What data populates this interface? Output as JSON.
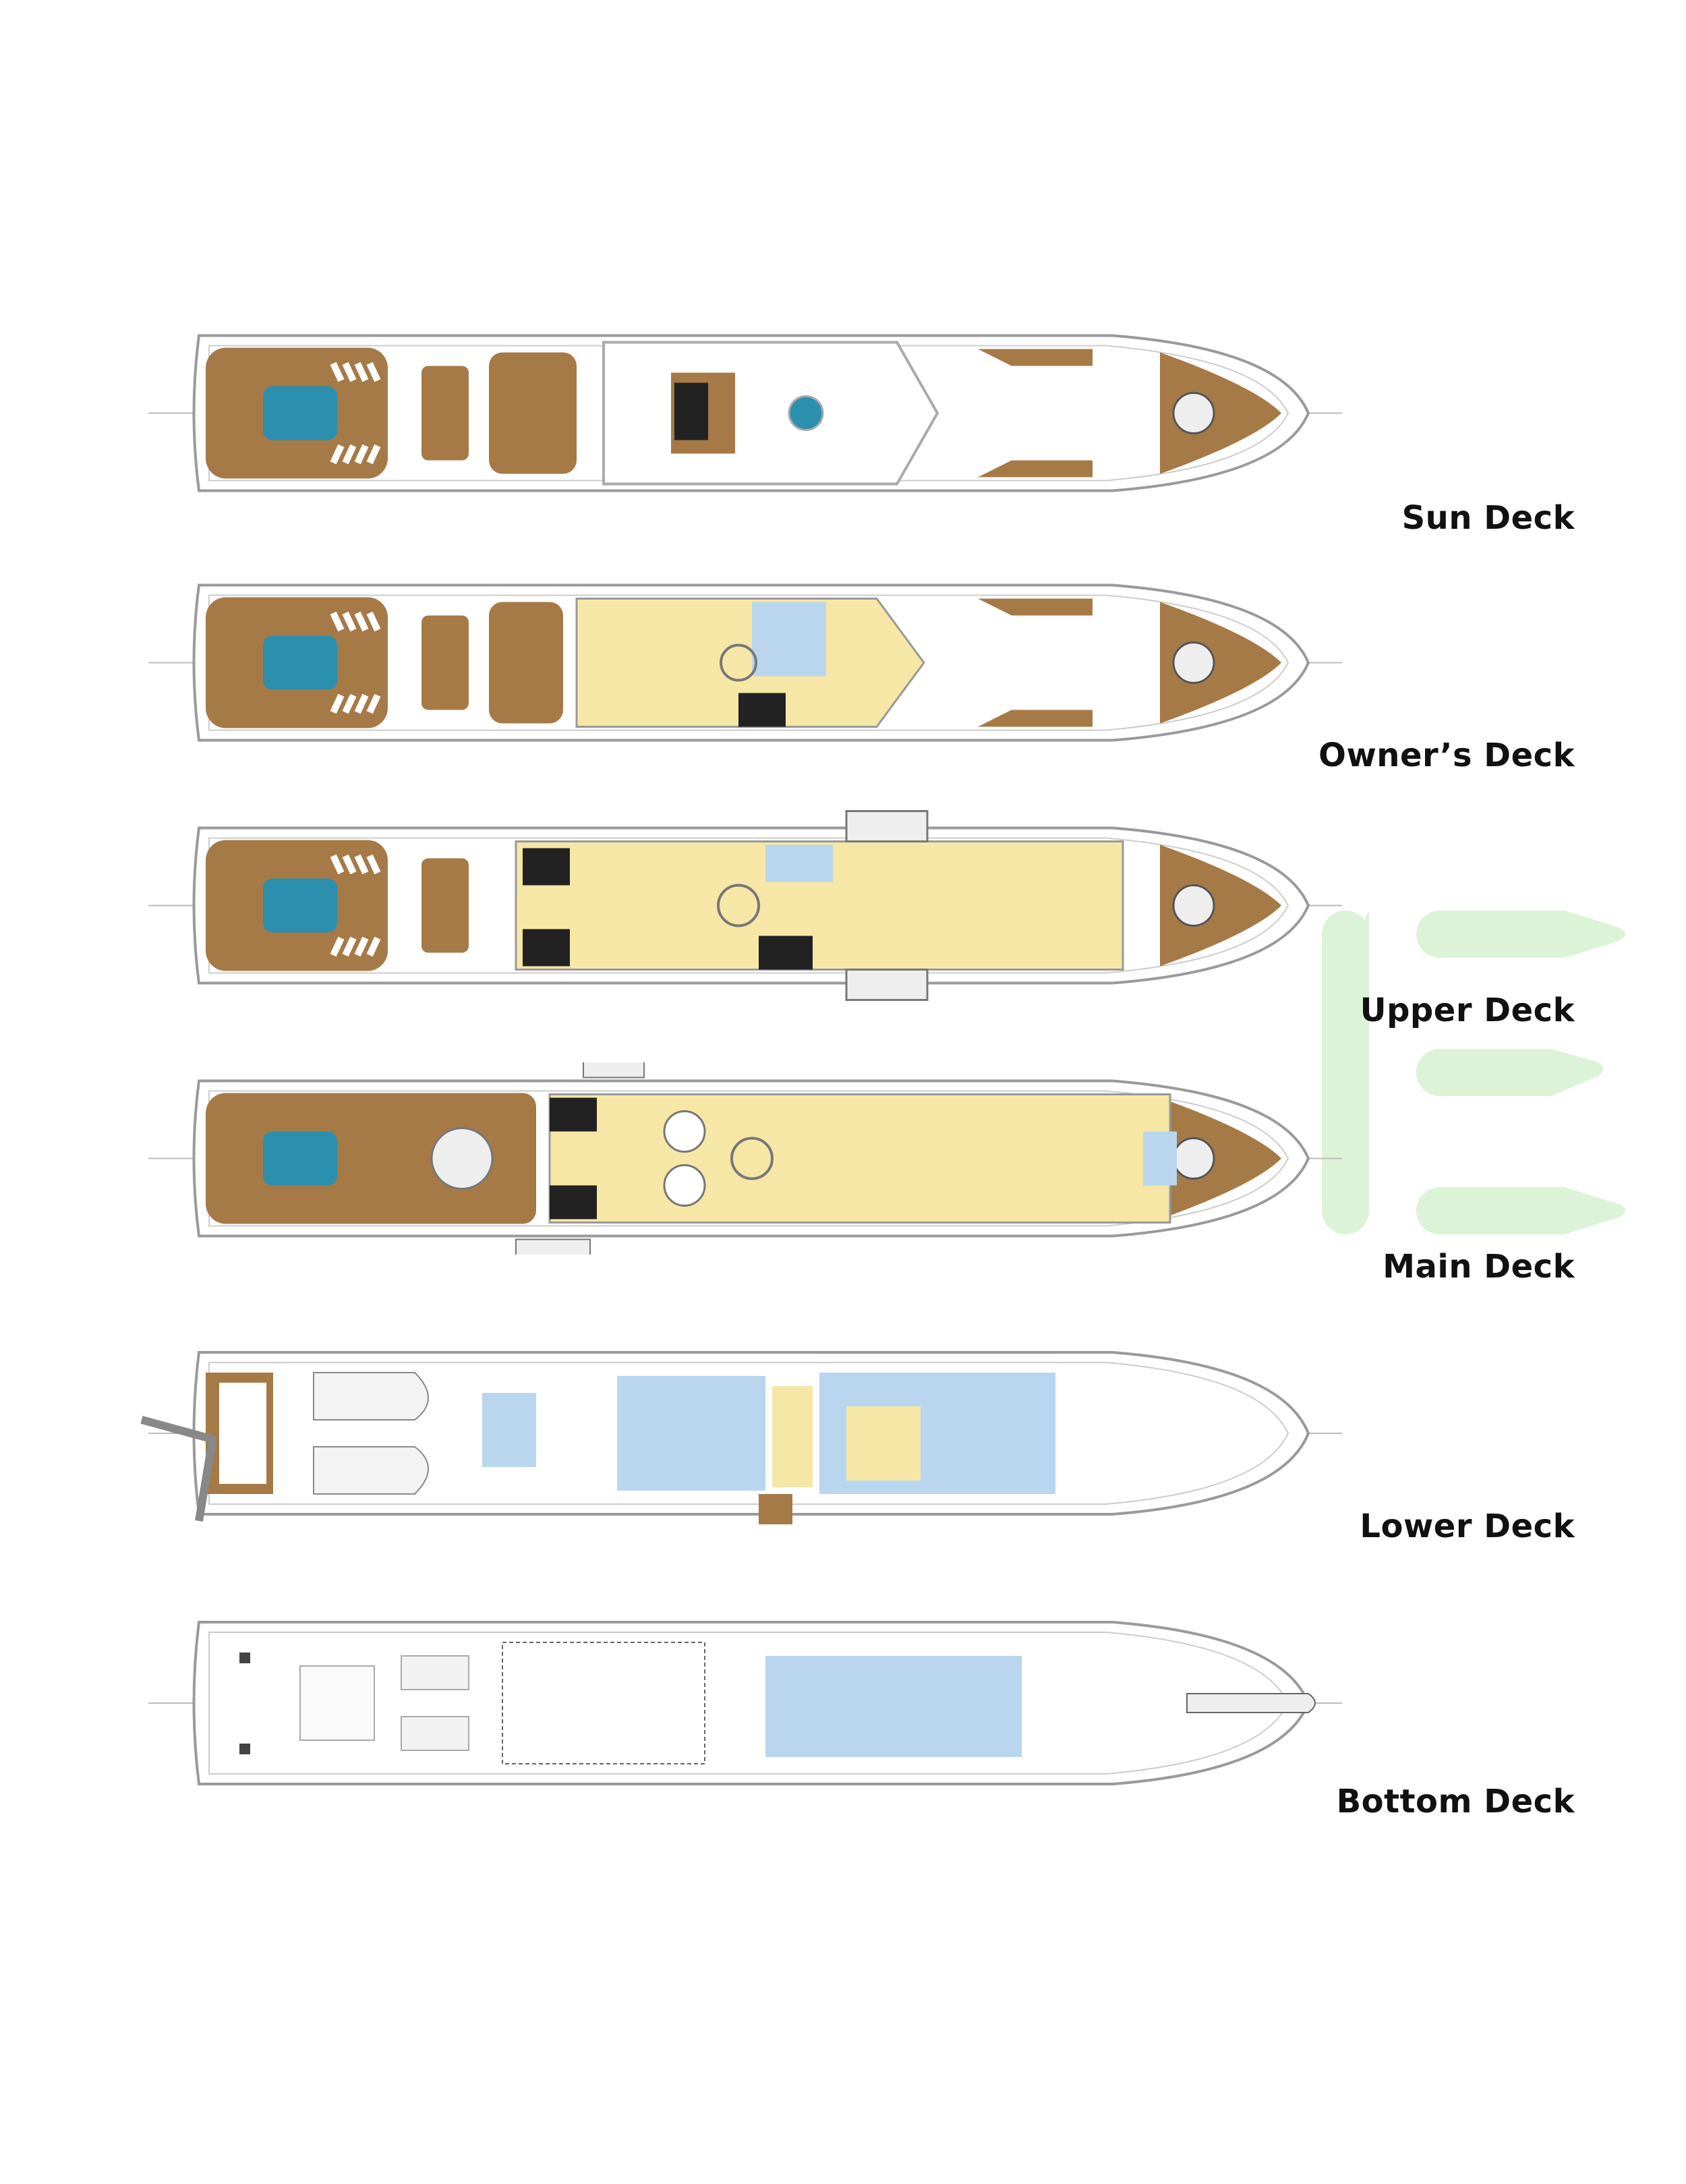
{
  "decks": [
    {
      "id": "sun",
      "label": "Sun Deck",
      "interior": "none"
    },
    {
      "id": "owners",
      "label": "Owner’s Deck",
      "interior": "owner"
    },
    {
      "id": "upper",
      "label": "Upper Deck",
      "interior": "upper"
    },
    {
      "id": "main",
      "label": "Main Deck",
      "interior": "main"
    },
    {
      "id": "lower",
      "label": "Lower Deck",
      "interior": "lower"
    },
    {
      "id": "bottom",
      "label": "Bottom Deck",
      "interior": "bottom"
    }
  ],
  "watermark": {
    "text": "ME",
    "color": "#dcf3d7"
  },
  "colors": {
    "teak": "#a57a47",
    "pool": "#2b8fae",
    "interior": "#f6e7a6",
    "crew": "#b9d6ee",
    "hull": "#ffffff",
    "line": "#9a9a9a",
    "dark": "#222222"
  }
}
